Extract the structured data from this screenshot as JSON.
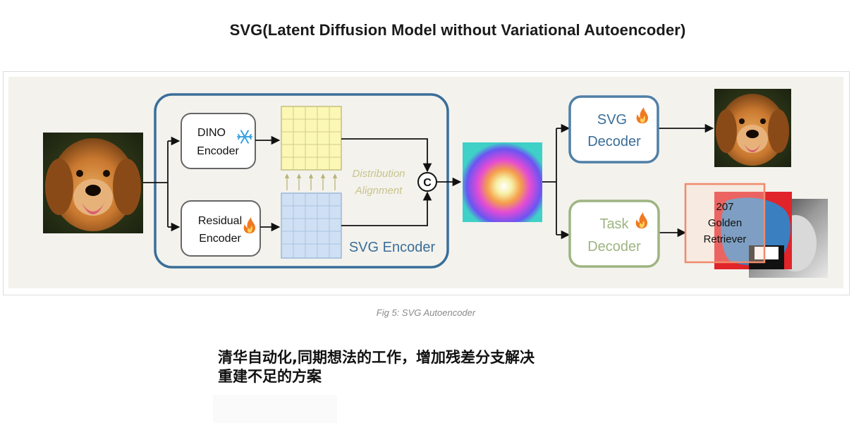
{
  "title": "SVG(Latent Diffusion Model without Variational Autoencoder)",
  "diagram": {
    "dino_encoder": [
      "DINO",
      "Encoder"
    ],
    "residual_encoder": [
      "Residual",
      "Encoder"
    ],
    "distribution_alignment": [
      "Distribution",
      "Alignment"
    ],
    "svg_encoder": "SVG Encoder",
    "concat_symbol": "C",
    "svg_decoder": [
      "SVG",
      "Decoder"
    ],
    "task_decoder": [
      "Task",
      "Decoder"
    ],
    "task_output": [
      "207",
      "Golden",
      "Retriever"
    ],
    "colors": {
      "encoder_border": "#3a6e99",
      "decoder_border": "#4f7fa6",
      "task_border": "#9eb482",
      "frozen_icon": "#3aa3e0",
      "trainable_icon": "#f07a22",
      "dino_grid": "#fbf7b4",
      "residual_grid": "#cfe0f4",
      "alignment_text": "#c9c48c"
    },
    "icons": {
      "frozen": "snowflake-icon",
      "trainable": "flame-icon"
    }
  },
  "caption": "Fig 5: SVG Autoencoder",
  "note": [
    "清华自动化,同期想法的工作，增加残差分支解决",
    "重建不足的方案"
  ]
}
